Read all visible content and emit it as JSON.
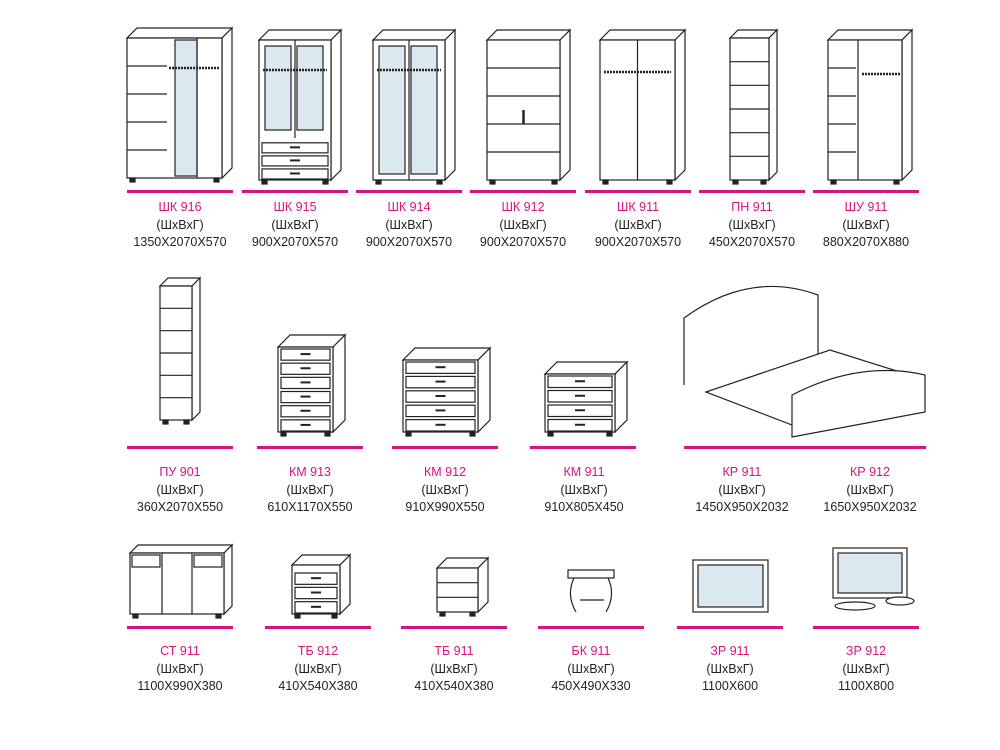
{
  "accent_color": "#d6137f",
  "items": [
    {
      "name": "ШК 916",
      "format": "(ШхВхГ)",
      "dims": "1350Х2070Х570"
    },
    {
      "name": "ШК 915",
      "format": "(ШхВхГ)",
      "dims": "900Х2070Х570"
    },
    {
      "name": "ШК 914",
      "format": "(ШхВхГ)",
      "dims": "900Х2070Х570"
    },
    {
      "name": "ШК 912",
      "format": "(ШхВхГ)",
      "dims": "900Х2070Х570"
    },
    {
      "name": "ШК 911",
      "format": "(ШхВхГ)",
      "dims": "900Х2070Х570"
    },
    {
      "name": "ПН 911",
      "format": "(ШхВхГ)",
      "dims": "450Х2070Х570"
    },
    {
      "name": "ШУ 911",
      "format": "(ШхВхГ)",
      "dims": "880Х2070Х880"
    },
    {
      "name": "ПУ 901",
      "format": "(ШхВхГ)",
      "dims": "360Х2070Х550"
    },
    {
      "name": "КМ 913",
      "format": "(ШхВхГ)",
      "dims": "610Х1170Х550"
    },
    {
      "name": "КМ 912",
      "format": "(ШхВхГ)",
      "dims": "910Х990Х550"
    },
    {
      "name": "КМ 911",
      "format": "(ШхВхГ)",
      "dims": "910Х805Х450"
    },
    {
      "name": "КР 911",
      "format": "(ШхВхГ)",
      "dims": "1450Х950Х2032"
    },
    {
      "name": "КР 912",
      "format": "(ШхВхГ)",
      "dims": "1650Х950Х2032"
    },
    {
      "name": "СТ 911",
      "format": "(ШхВхГ)",
      "dims": "1100Х990Х380"
    },
    {
      "name": "ТБ 912",
      "format": "(ШхВхГ)",
      "dims": "410Х540Х380"
    },
    {
      "name": "ТБ 911",
      "format": "(ШхВхГ)",
      "dims": "410Х540Х380"
    },
    {
      "name": "БК 911",
      "format": "(ШхВхГ)",
      "dims": "450Х490Х330"
    },
    {
      "name": "ЗР 911",
      "format": "(ШхВхГ)",
      "dims": "1100Х600"
    },
    {
      "name": "ЗР 912",
      "format": "(ШхВхГ)",
      "dims": "1100Х800"
    }
  ]
}
